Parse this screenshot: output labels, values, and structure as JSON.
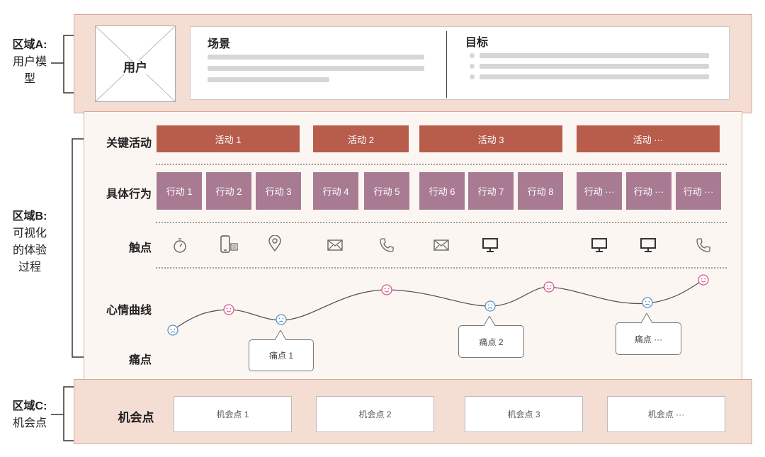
{
  "regions": {
    "a": {
      "title": "区域A:",
      "desc": "用户模型"
    },
    "b": {
      "title": "区域B:",
      "desc": "可视化的体验过程"
    },
    "c": {
      "title": "区域C:",
      "desc": "机会点"
    }
  },
  "user": {
    "label": "用户"
  },
  "scene": {
    "label": "场景"
  },
  "goal": {
    "label": "目标"
  },
  "rows": {
    "activities": "关键活动",
    "actions": "具体行为",
    "touchpoints": "触点",
    "mood": "心情曲线",
    "pain": "痛点",
    "opportunity": "机会点"
  },
  "activities": [
    "活动 1",
    "活动 2",
    "活动 3",
    "活动 ···"
  ],
  "actions": [
    "行动 1",
    "行动 2",
    "行动 3",
    "行动 4",
    "行动 5",
    "行动 6",
    "行动 7",
    "行动 8",
    "行动 ···",
    "行动 ···",
    "行动 ···"
  ],
  "touchpoints": [
    "timer-icon",
    "phone-icon",
    "location-pin-icon",
    "mail-icon",
    "phone-handset-icon",
    "mail-icon",
    "monitor-icon",
    "monitor-icon",
    "monitor-icon",
    "phone-handset-icon"
  ],
  "mood_points": [
    {
      "mood": "sad"
    },
    {
      "mood": "happy"
    },
    {
      "mood": "sad"
    },
    {
      "mood": "happy"
    },
    {
      "mood": "sad"
    },
    {
      "mood": "happy"
    },
    {
      "mood": "sad"
    },
    {
      "mood": "happy"
    }
  ],
  "pain_points": [
    "痛点 1",
    "痛点 2",
    "痛点 ···"
  ],
  "opportunities": [
    "机会点 1",
    "机会点 2",
    "机会点 3",
    "机会点 ···"
  ],
  "colors": {
    "activity": "#b85c4c",
    "action": "#a87b92",
    "happy": "#d9578a",
    "sad": "#5a93c8",
    "panel": "#f4ddd3"
  }
}
